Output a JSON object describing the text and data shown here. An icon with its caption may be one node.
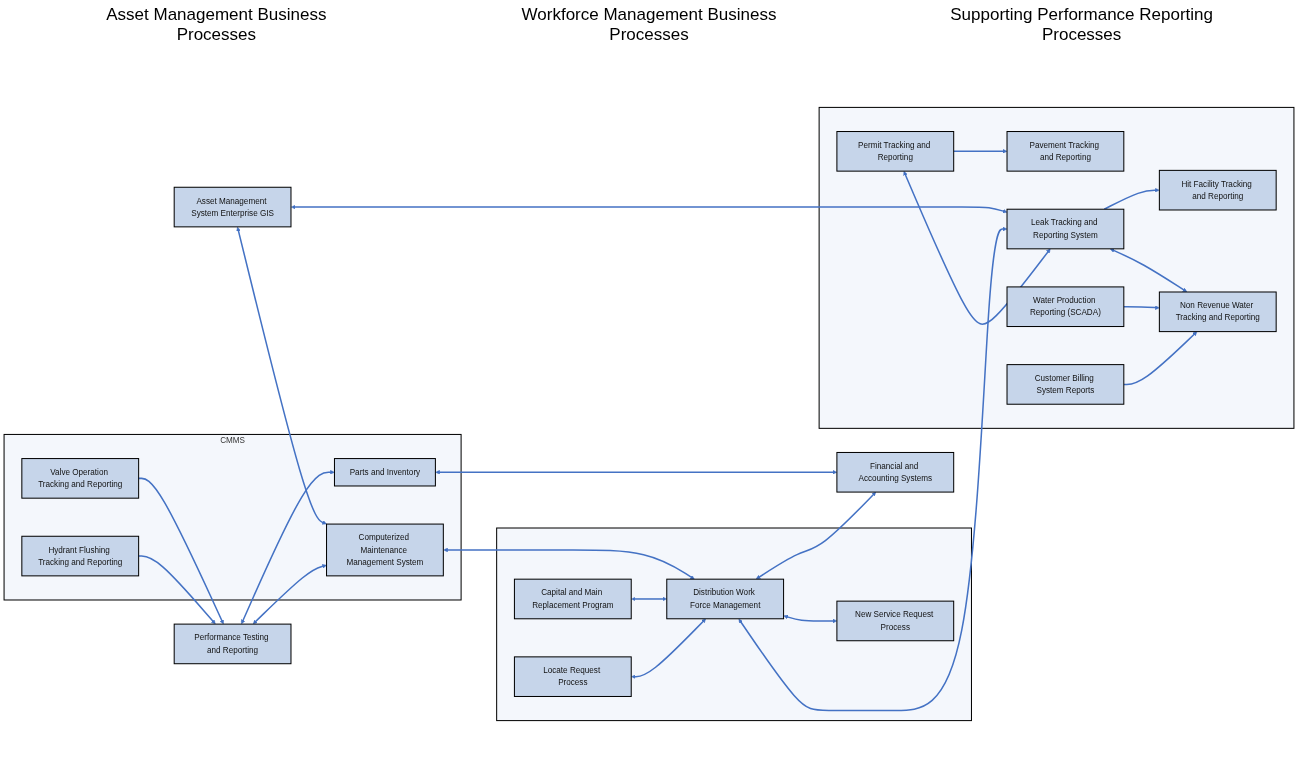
{
  "diagram": {
    "nodes": [
      {
        "text": [
          "Asset Management System Enterprise GIS"
        ]
      },
      {
        "text": [
          "Performance Testing and Reporting"
        ]
      },
      {
        "text": [
          "CMMS"
        ]
      },
      {
        "text": [
          "Computerized Maintenance Management System"
        ],
        "in": 2
      },
      {
        "text": [
          "Valve Operation Tracking and Reporting"
        ],
        "in": 2
      },
      {
        "text": [
          "Hydrant Flushing Tracking and Reporting"
        ],
        "in": 2
      },
      {
        "text": [
          "Parts and Inventory"
        ],
        "in": 2
      },
      {
        "text": [],
        "shape": "box"
      },
      {
        "text": [
          "Capital and Main Replacement Program"
        ],
        "in": 7
      },
      {
        "text": [
          "Locate Request Process"
        ],
        "in": 7
      },
      {
        "text": [
          "Distribution Work Force Management"
        ],
        "in": 7
      },
      {
        "text": [
          "New Service Request Process"
        ],
        "in": 7
      },
      {
        "text": [],
        "shape": "box"
      },
      {
        "text": [
          "Permit Tracking and Reporting"
        ],
        "in": 12
      },
      {
        "text": [
          "Pavement Tracking and Reporting"
        ],
        "in": 12
      },
      {
        "text": [
          "Leak Tracking and Reporting System"
        ],
        "in": 12
      },
      {
        "text": [
          "Hit Facility Tracking and Reporting"
        ],
        "in": 12
      },
      {
        "text": [
          "Non Revenue Water Tracking and Reporting"
        ],
        "in": 12
      },
      {
        "text": [
          "Water Production Reporting (SCADA)"
        ],
        "in": 12
      },
      {
        "text": [
          "Customer Billing System Reports"
        ],
        "in": 12
      },
      {
        "text": [
          "Financial and Accounting Systems"
        ]
      }
    ],
    "edges": [
      {
        "from": 0,
        "to": 3,
        "arrow": "both"
      },
      {
        "from": 0,
        "to": 15,
        "arrow": "both"
      },
      {
        "from": 1,
        "to": 3,
        "arrow": "both"
      },
      {
        "from": 4,
        "to": 1,
        "arrow": "to"
      },
      {
        "from": 5,
        "to": 1,
        "arrow": "to"
      },
      {
        "from": 1,
        "to": 6,
        "arrow": "both"
      },
      {
        "from": 3,
        "to": 10,
        "arrow": "both"
      },
      {
        "from": 8,
        "to": 10,
        "arrow": "both"
      },
      {
        "from": 9,
        "to": 10,
        "arrow": "both"
      },
      {
        "from": 10,
        "to": 11,
        "arrow": "both"
      },
      {
        "from": 10,
        "to": 15,
        "arrow": "both"
      },
      {
        "from": 10,
        "to": 20,
        "arrow": "both"
      },
      {
        "from": 6,
        "to": 20,
        "arrow": "both"
      },
      {
        "from": 13,
        "to": 14,
        "arrow": "to"
      },
      {
        "from": 13,
        "to": 15,
        "arrow": "both"
      },
      {
        "from": 15,
        "to": 16,
        "arrow": "to"
      },
      {
        "from": 15,
        "to": 17,
        "arrow": "both"
      },
      {
        "from": 18,
        "to": 17,
        "arrow": "to"
      },
      {
        "from": 19,
        "to": 17,
        "arrow": "to"
      }
    ],
    "labels": [
      "Asset Management Business Processes",
      "Workforce Management Business Processes",
      "Supporting Performance Reporting Processes"
    ]
  }
}
